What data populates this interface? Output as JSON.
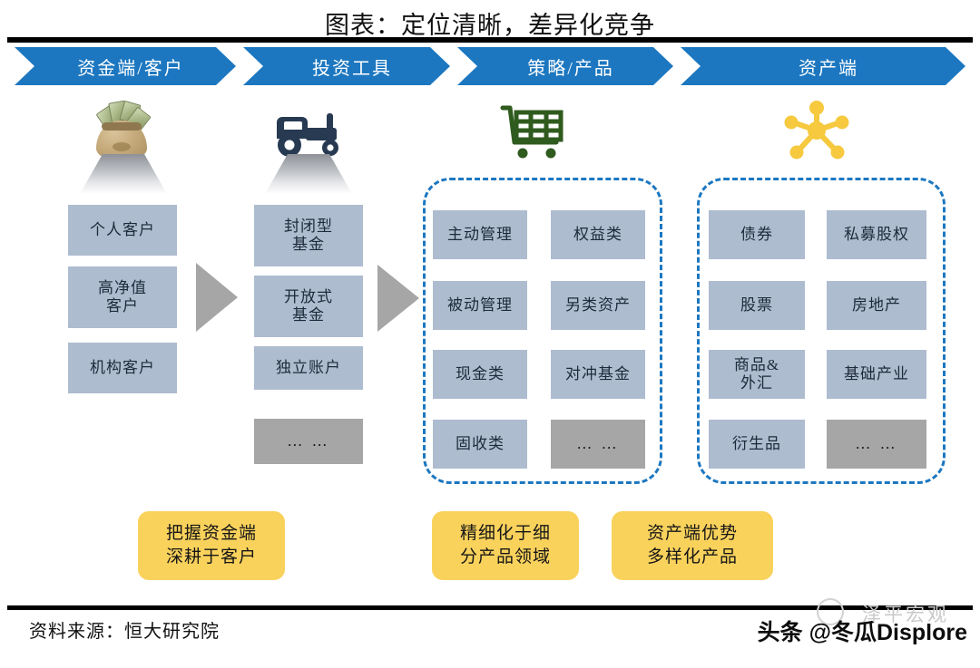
{
  "title": "图表：定位清晰，差异化竞争",
  "stages": [
    {
      "label": "资金端/客户",
      "icon": "money-bag-icon"
    },
    {
      "label": "投资工具",
      "icon": "tractor-icon"
    },
    {
      "label": "策略/产品",
      "icon": "shopping-cart-icon"
    },
    {
      "label": "资产端",
      "icon": "network-hub-icon"
    }
  ],
  "columns": {
    "funding": {
      "items": [
        "个人客户",
        "高净值\n客户",
        "机构客户"
      ]
    },
    "tools": {
      "items": [
        "封闭型\n基金",
        "开放式\n基金",
        "独立账户",
        "… …"
      ]
    },
    "strategy": {
      "left": [
        "主动管理",
        "被动管理",
        "现金类",
        "固收类"
      ],
      "right": [
        "权益类",
        "另类资产",
        "对冲基金",
        "… …"
      ]
    },
    "assets": {
      "left": [
        "债券",
        "股票",
        "商品&\n外汇",
        "衍生品"
      ],
      "right": [
        "私募股权",
        "房地产",
        "基础产业",
        "… …"
      ]
    }
  },
  "callouts": [
    "把握资金端\n深耕于客户",
    "精细化于细\n分产品领域",
    "资产端优势\n多样化产品"
  ],
  "footer": {
    "source": "资料来源：恒大研究院",
    "handle": "头条 @冬瓜Displore",
    "watermark": "泽平宏观"
  },
  "colors": {
    "chevron_blue": "#1C77C0",
    "cell_blue_gray": "#AEBCD0",
    "cell_gray": "#A6A6A6",
    "callout_yellow": "#F9D25C",
    "dash_blue": "#1C77C0",
    "tractor_navy": "#283A52",
    "cart_green": "#2F5B1E",
    "hub_yellow": "#F6C93E"
  }
}
